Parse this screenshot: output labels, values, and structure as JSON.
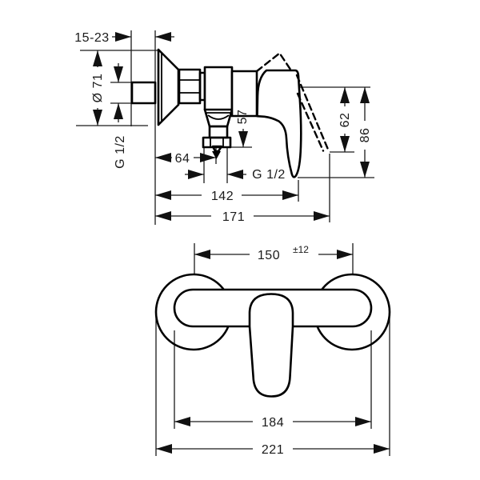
{
  "drawing": {
    "type": "technical-drawing",
    "product": "single-lever shower mixer, exposed installation",
    "colors": {
      "ink": "#000000",
      "dimension_ink": "#1a1a1a",
      "background": "#ffffff"
    },
    "side": {
      "wall_distance": "15-23",
      "escutcheon_diameter": "Ø 71",
      "inlet_thread": "G 1/2",
      "outlet_offset": "64",
      "outlet_height": "57",
      "outlet_thread": "G 1/2",
      "depth_closed": "142",
      "depth_open": "171",
      "drop_open": "62",
      "drop_total": "86"
    },
    "front": {
      "spacing": "150",
      "tolerance": "±12",
      "body_width": "184",
      "overall_width": "221"
    }
  }
}
